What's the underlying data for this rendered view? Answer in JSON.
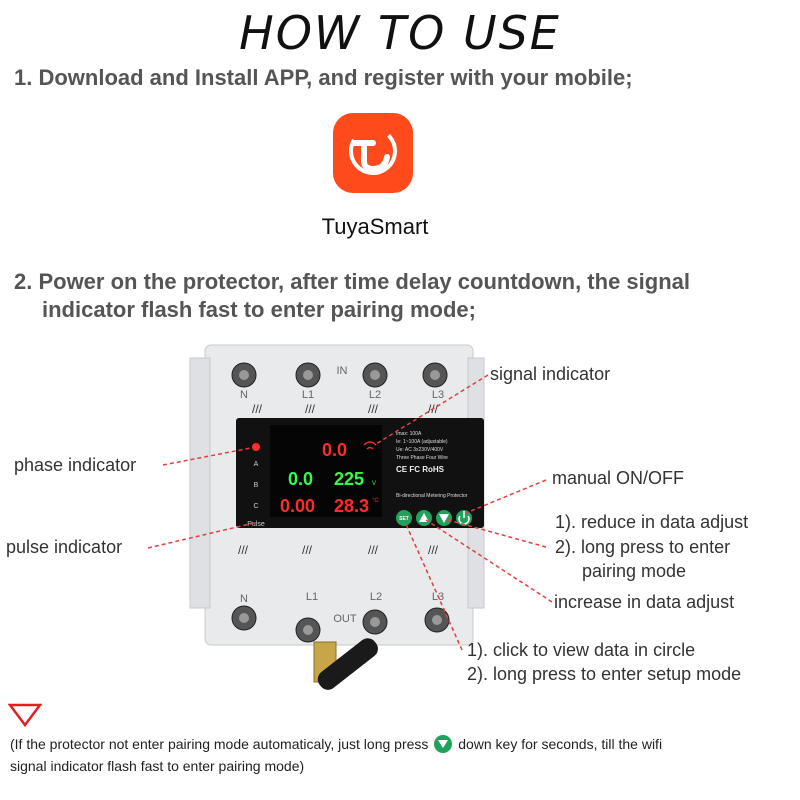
{
  "title": "HOW TO USE",
  "step1": "1. Download and Install APP, and register with your mobile;",
  "app_name": "TuyaSmart",
  "step2_line1": "2. Power on the protector, after time delay countdown, the signal",
  "step2_line2": "indicator flash fast to enter pairing mode;",
  "labels": {
    "signal_indicator": "signal indicator",
    "phase_indicator": "phase indicator",
    "pulse_indicator": "pulse indicator",
    "manual_on_off": "manual ON/OFF",
    "reduce": "1). reduce in data adjust",
    "long_press_pair_1": "2). long press to enter",
    "long_press_pair_2": "pairing mode",
    "increase": "increase in data adjust",
    "click_view": "1). click to view data in circle",
    "long_press_setup": "2). long press to enter setup mode"
  },
  "device": {
    "top_terminals": [
      "N",
      "L1",
      "L2",
      "L3"
    ],
    "in_label": "IN",
    "bottom_terminals": [
      "N",
      "L1",
      "L2",
      "L3"
    ],
    "out_label": "OUT",
    "phase_letters": [
      "A",
      "B",
      "C"
    ],
    "pulse_label": "Pulse",
    "display_top": "0.0",
    "display_mid_left": "0.0",
    "display_mid_right": "225",
    "display_bottom_left": "0.00",
    "display_bottom_right": "28.3",
    "unit_mid": "V",
    "unit_bottom": "°C",
    "spec_lines": [
      "Imax: 100A",
      "Ie: 1~100A (adjustable)",
      "Ue: AC 3x230V/400V",
      "Three Phase Four Wire"
    ],
    "cert_marks": "CE FC RoHS",
    "product_name": "Bi-directional Metering Protector",
    "set_key": "SET",
    "slots": "///"
  },
  "note_before": "(If the protector not enter pairing mode automaticaly, just long press",
  "note_after": "down key for seconds, till the wifi",
  "note_line2": "signal indicator flash fast to enter pairing mode)",
  "colors": {
    "app_icon": "#ff4a1c",
    "key_green": "#1fa35c",
    "pointer_red": "#e04040",
    "display_red": "#ff2a2a",
    "display_green": "#2cff4a"
  }
}
